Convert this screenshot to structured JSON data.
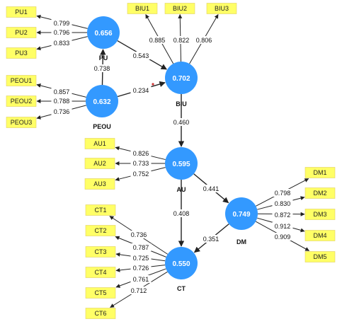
{
  "colors": {
    "latent_fill": "#3399ff",
    "indicator_fill": "#ffff66",
    "indicator_border": "#e0d060",
    "arrow": "#222222",
    "marker": "#cc3333"
  },
  "latents": [
    {
      "id": "PU",
      "name": "PU",
      "value": "0.656"
    },
    {
      "id": "PEOU",
      "name": "PEOU",
      "value": "0.632"
    },
    {
      "id": "BIU",
      "name": "BIU",
      "value": "0.702"
    },
    {
      "id": "AU",
      "name": "AU",
      "value": "0.595"
    },
    {
      "id": "DM",
      "name": "DM",
      "value": "0.749"
    },
    {
      "id": "CT",
      "name": "CT",
      "value": "0.550"
    }
  ],
  "indicators": [
    {
      "id": "PU1",
      "label": "PU1",
      "latent": "PU",
      "loading": "0.799"
    },
    {
      "id": "PU2",
      "label": "PU2",
      "latent": "PU",
      "loading": "0.796"
    },
    {
      "id": "PU3",
      "label": "PU3",
      "latent": "PU",
      "loading": "0.833"
    },
    {
      "id": "PEOU1",
      "label": "PEOU1",
      "latent": "PEOU",
      "loading": "0.857"
    },
    {
      "id": "PEOU2",
      "label": "PEOU2",
      "latent": "PEOU",
      "loading": "0.788"
    },
    {
      "id": "PEOU3",
      "label": "PEOU3",
      "latent": "PEOU",
      "loading": "0.736"
    },
    {
      "id": "BIU1",
      "label": "BIU1",
      "latent": "BIU",
      "loading": "0.885"
    },
    {
      "id": "BIU2",
      "label": "BIU2",
      "latent": "BIU",
      "loading": "0.822"
    },
    {
      "id": "BIU3",
      "label": "BIU3",
      "latent": "BIU",
      "loading": "0.806"
    },
    {
      "id": "AU1",
      "label": "AU1",
      "latent": "AU",
      "loading": "0.826"
    },
    {
      "id": "AU2",
      "label": "AU2",
      "latent": "AU",
      "loading": "0.733"
    },
    {
      "id": "AU3",
      "label": "AU3",
      "latent": "AU",
      "loading": "0.752"
    },
    {
      "id": "DM1",
      "label": "DM1",
      "latent": "DM",
      "loading": "0.798"
    },
    {
      "id": "DM2",
      "label": "DM2",
      "latent": "DM",
      "loading": "0.830"
    },
    {
      "id": "DM3",
      "label": "DM3",
      "latent": "DM",
      "loading": "0.872"
    },
    {
      "id": "DM4",
      "label": "DM4",
      "latent": "DM",
      "loading": "0.912"
    },
    {
      "id": "DM5",
      "label": "DM5",
      "latent": "DM",
      "loading": "0.909"
    },
    {
      "id": "CT1",
      "label": "CT1",
      "latent": "CT",
      "loading": "0.736"
    },
    {
      "id": "CT2",
      "label": "CT2",
      "latent": "CT",
      "loading": "0.787"
    },
    {
      "id": "CT3",
      "label": "CT3",
      "latent": "CT",
      "loading": "0.725"
    },
    {
      "id": "CT4",
      "label": "CT4",
      "latent": "CT",
      "loading": "0.726"
    },
    {
      "id": "CT5",
      "label": "CT5",
      "latent": "CT",
      "loading": "0.761"
    },
    {
      "id": "CT6",
      "label": "CT6",
      "latent": "CT",
      "loading": "0.712"
    }
  ],
  "paths": [
    {
      "from": "PEOU",
      "to": "PU",
      "coef": "0.738"
    },
    {
      "from": "PU",
      "to": "BIU",
      "coef": "0.543"
    },
    {
      "from": "PEOU",
      "to": "BIU",
      "coef": "0.234"
    },
    {
      "from": "BIU",
      "to": "AU",
      "coef": "0.460"
    },
    {
      "from": "AU",
      "to": "DM",
      "coef": "0.441"
    },
    {
      "from": "AU",
      "to": "CT",
      "coef": "0.408"
    },
    {
      "from": "DM",
      "to": "CT",
      "coef": "0.351"
    }
  ]
}
